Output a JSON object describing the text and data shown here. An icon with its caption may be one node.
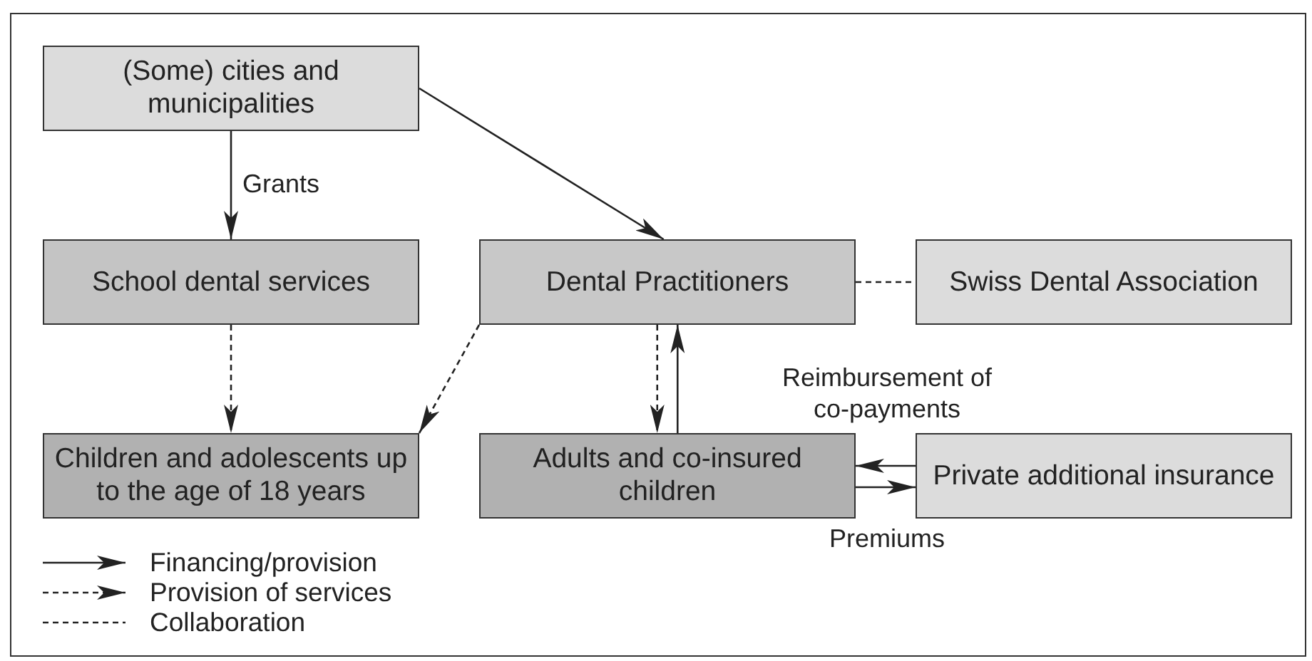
{
  "diagram": {
    "nodes": [
      {
        "text": [
          "(Some) cities and municipalities"
        ]
      },
      {
        "text": [
          "School dental services"
        ]
      },
      {
        "text": [
          "Dental Practitioners"
        ]
      },
      {
        "text": [
          "Swiss Dental Association"
        ]
      },
      {
        "text": [
          "Children and adolescents up to the age of 18 years"
        ]
      },
      {
        "text": [
          "Adults and co-insured children"
        ]
      },
      {
        "text": [
          "Private additional insurance"
        ]
      }
    ],
    "edges": [
      {
        "from": 0,
        "to": 1,
        "arrow": "to",
        "label": "Grants"
      },
      {
        "from": 0,
        "to": 2,
        "arrow": "to"
      },
      {
        "from": 1,
        "to": 4,
        "arrow": "to",
        "style": "dashed"
      },
      {
        "from": 2,
        "to": 4,
        "arrow": "to",
        "style": "dashed"
      },
      {
        "from": 2,
        "to": 5,
        "arrow": "to",
        "style": "dashed"
      },
      {
        "from": 5,
        "to": 2,
        "arrow": "to"
      },
      {
        "from": 2,
        "to": 3,
        "arrow": "none",
        "style": "dashed"
      },
      {
        "from": 6,
        "to": 5,
        "arrow": "to",
        "label": "Reimbursement of co-payments"
      },
      {
        "from": 5,
        "to": 6,
        "arrow": "to",
        "label": "Premiums"
      }
    ],
    "legend": [
      {
        "text": "Financing/provision"
      },
      {
        "text": "Provision of services"
      },
      {
        "text": "Collaboration"
      }
    ]
  }
}
